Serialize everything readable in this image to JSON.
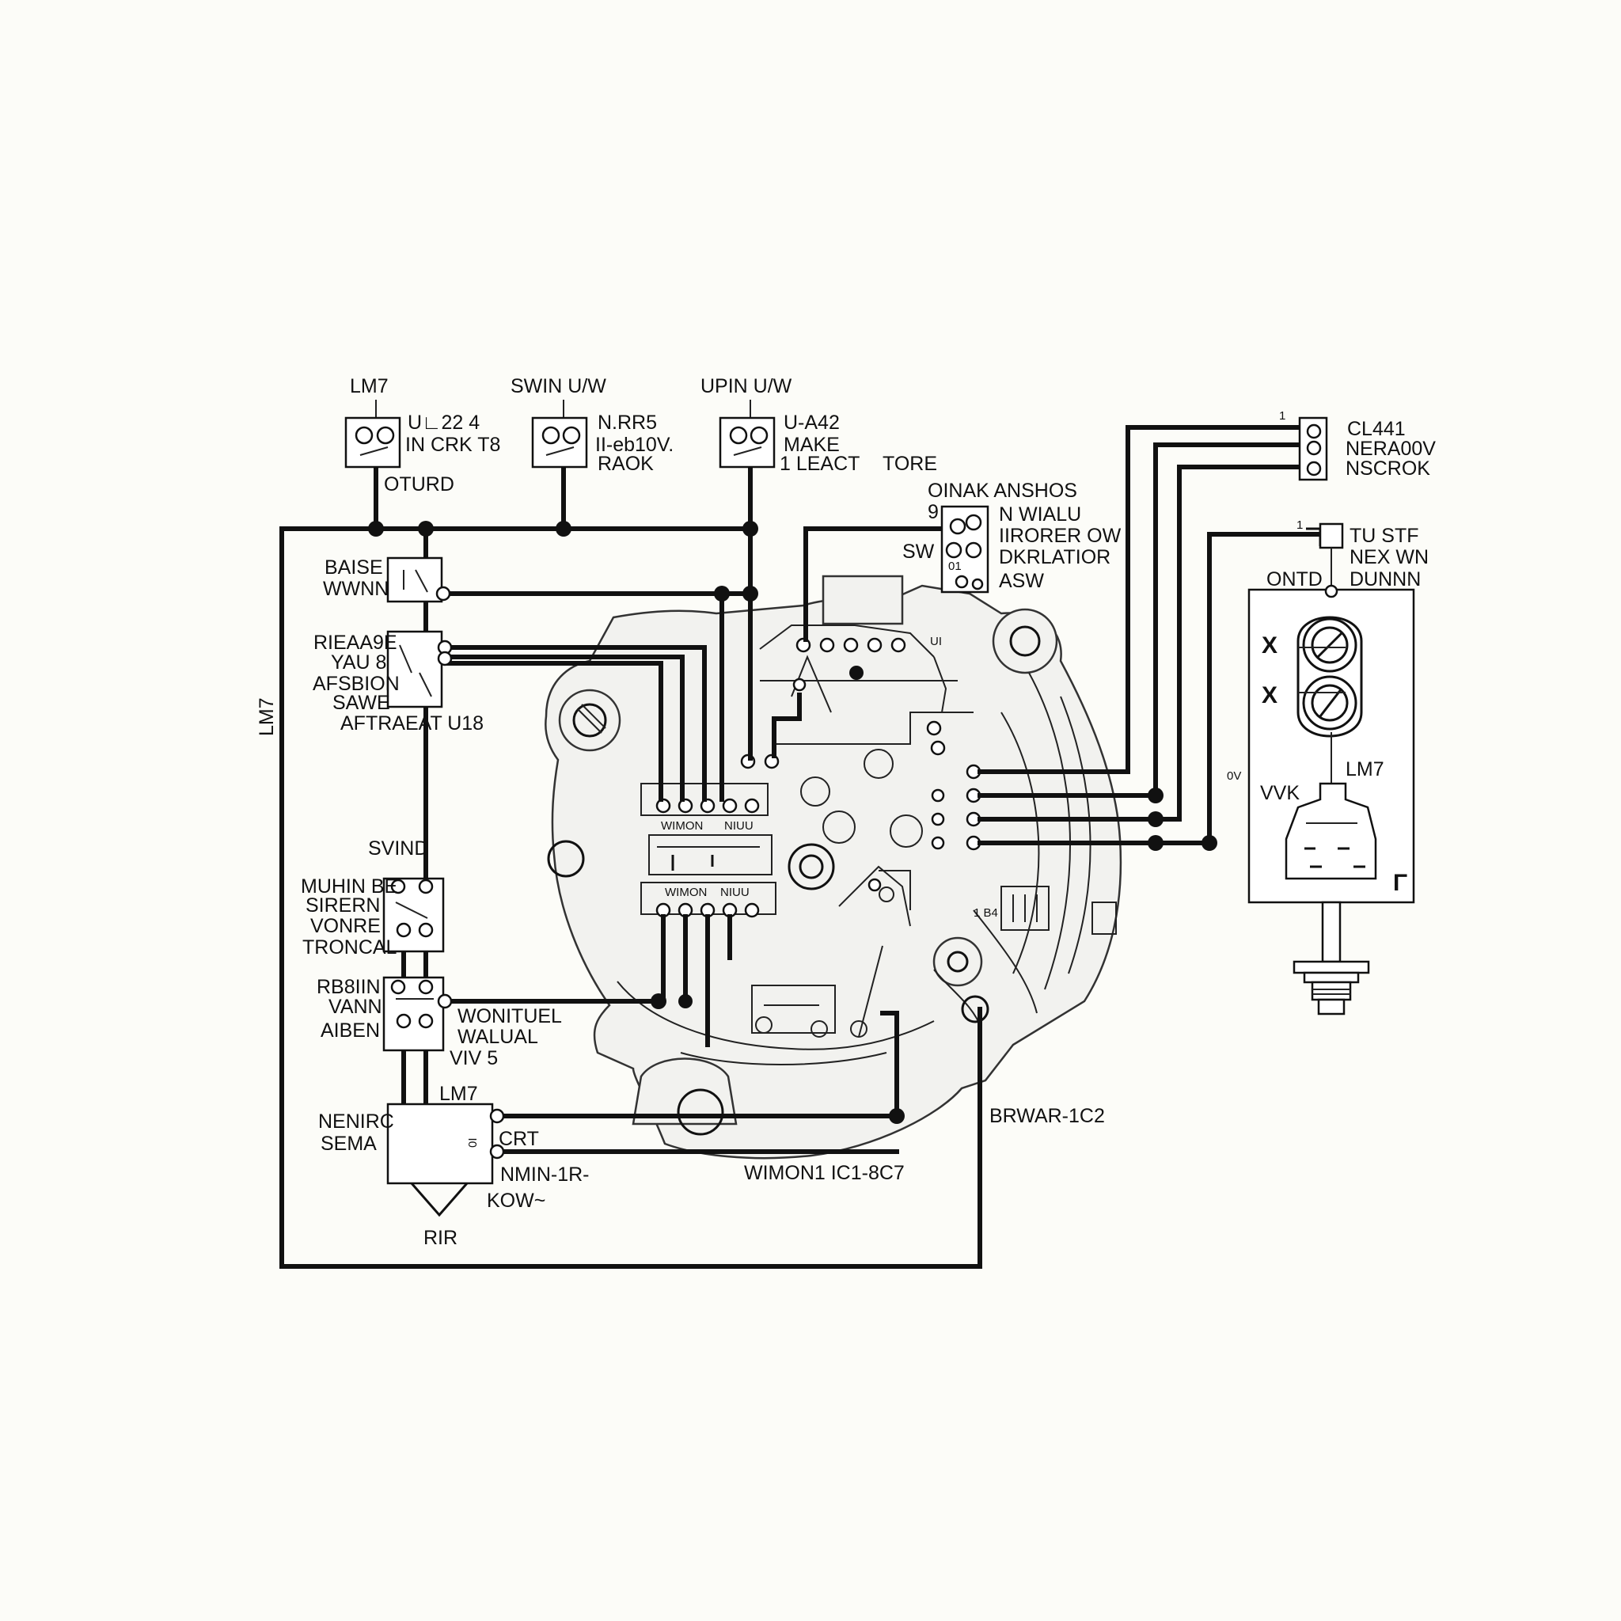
{
  "diagram": {
    "top_components": [
      {
        "title": "LM7",
        "lines": [
          "U∟22 4",
          "IN CRK T8"
        ],
        "sub": "OTURD"
      },
      {
        "title": "SWIN U/W",
        "lines": [
          "N.RR5",
          "II-eb10V.",
          "RAOK"
        ],
        "sub": ""
      },
      {
        "title": "UPIN U/W",
        "lines": [
          "U-A42",
          "MAKE",
          "1 LEACT"
        ],
        "sub": "TORE"
      }
    ],
    "left_label": "LM7",
    "left_blocks": [
      {
        "lines": [
          "BAISE",
          "WWNN"
        ]
      },
      {
        "lines": [
          "RIEAA9E",
          "YAU 8",
          "AFSBION",
          "SAWE"
        ],
        "sub": "AFTRAEAT U18"
      },
      {
        "lines": [
          "MUHIN BE",
          "SIRERN",
          "VONRE",
          "TRONCAL"
        ],
        "title": "SVIND"
      },
      {
        "lines": [
          "RB8IIN",
          "VANN",
          "AIBEN"
        ],
        "side": [
          "WONITUEL",
          "WALUAL",
          "VIV 5"
        ]
      }
    ],
    "bottom_left": {
      "title": "LM7",
      "left": [
        "NENIRC",
        "SEMA"
      ],
      "right": [
        "0I",
        "CRT"
      ],
      "below": [
        "NMIN-1R-",
        "KOW~"
      ],
      "base": "RIR"
    },
    "center": {
      "top_right_mark": "UI",
      "inner_label_1": "WIMON",
      "inner_label_2": "NIUU",
      "side_mark": "1 B4",
      "bottom_labels": [
        "WIMON1 IC1-8C7",
        "BRWAR-1C2"
      ]
    },
    "switch": {
      "title": "OINAK ANSHOS",
      "num": "9",
      "left": "SW",
      "lines": [
        "N WIALU",
        "IIRORER OW",
        "DKRLATIOR",
        "ASW"
      ]
    },
    "right_top": {
      "num": "1",
      "lines": [
        "CL441",
        "NERA00V",
        "NSCROK"
      ]
    },
    "right_block": {
      "num": "1",
      "lines": [
        "TU STF",
        "NEX WN",
        "DUNNN"
      ],
      "header": "ONTD",
      "x_marks": [
        "X",
        "X"
      ],
      "meter_label": "LM7",
      "left_marks": [
        "0V",
        "VVK"
      ],
      "corner": "Γ"
    }
  }
}
